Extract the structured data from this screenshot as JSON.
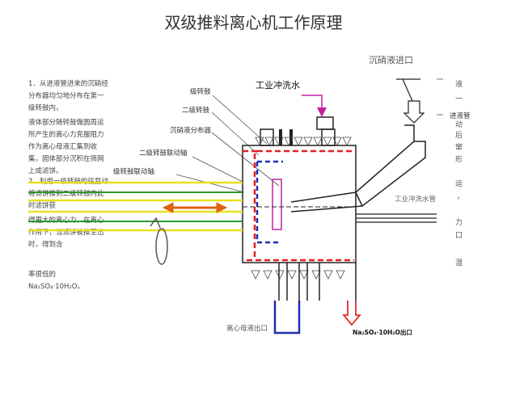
{
  "title": "双级推料离心机工作原理",
  "notes": [
    "1．从进液管进来的沉硝经分布器均匀地分布在第一级转鼓内，",
    "液体部分随转鼓做圆周运所产生的离心力克服阻力作为离心母液汇集到收集，固体部分沉积在筛网上成滤饼。",
    "2．利用一级转鼓的往复动将滤饼推到二级转鼓内此时滤饼获",
    "得更大的离心力，在离心作用下，当滤饼被推至出时，得到含",
    "率很低的Na₂SO₄·10H₂O。"
  ],
  "labels": {
    "first_drum": "级转鼓",
    "second_drum": "二级转鼓",
    "distributor": "沉硝液分布器",
    "second_shaft": "二级转鼓联动轴",
    "first_shaft": "级转鼓联动轴",
    "wash_water": "工业冲洗水",
    "feed_inlet": "沉硝液进口",
    "feed_pipe": "进液管",
    "wash_pipe": "工业冲洗水管",
    "mother_liquor_outlet": "离心母液出口",
    "product_outlet": "Na₂SO₄·10H₂O出口"
  },
  "right_column": [
    "液",
    "一",
    "动",
    "后",
    "窜",
    "形",
    "运",
    "，",
    "力",
    "口",
    "湿"
  ],
  "colors": {
    "red_dashed": "#e02020",
    "blue_dashed": "#1a2fb0",
    "magenta": "#c020a0",
    "yellow_line": "#e8e020",
    "green_line": "#2a9a2a",
    "orange_arrow": "#e06010",
    "blue_outlet": "#1a2fb0",
    "red_outlet": "#e03030"
  }
}
